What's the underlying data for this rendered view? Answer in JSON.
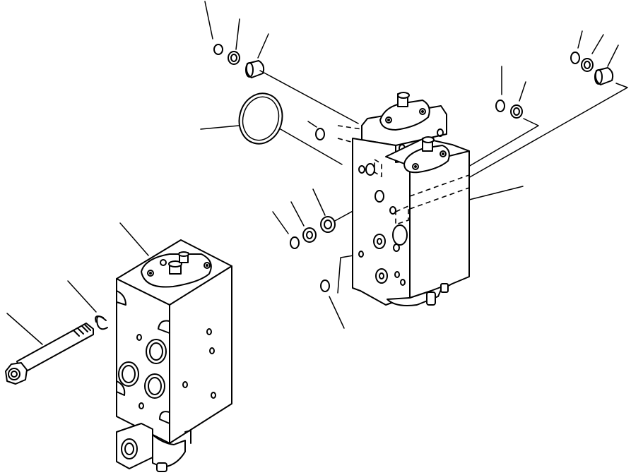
{
  "diagram": {
    "type": "exploded-parts-view",
    "line_color": "#000000",
    "background": "#ffffff",
    "callout_lines": 14,
    "parts": [
      {
        "name": "valve-block-assembly-right"
      },
      {
        "name": "valve-block-assembly-left"
      },
      {
        "name": "mounting-bolt"
      },
      {
        "name": "spring-washer"
      },
      {
        "name": "large-o-ring"
      },
      {
        "name": "small-o-rings"
      },
      {
        "name": "spacer-rings"
      },
      {
        "name": "bushings"
      }
    ]
  }
}
